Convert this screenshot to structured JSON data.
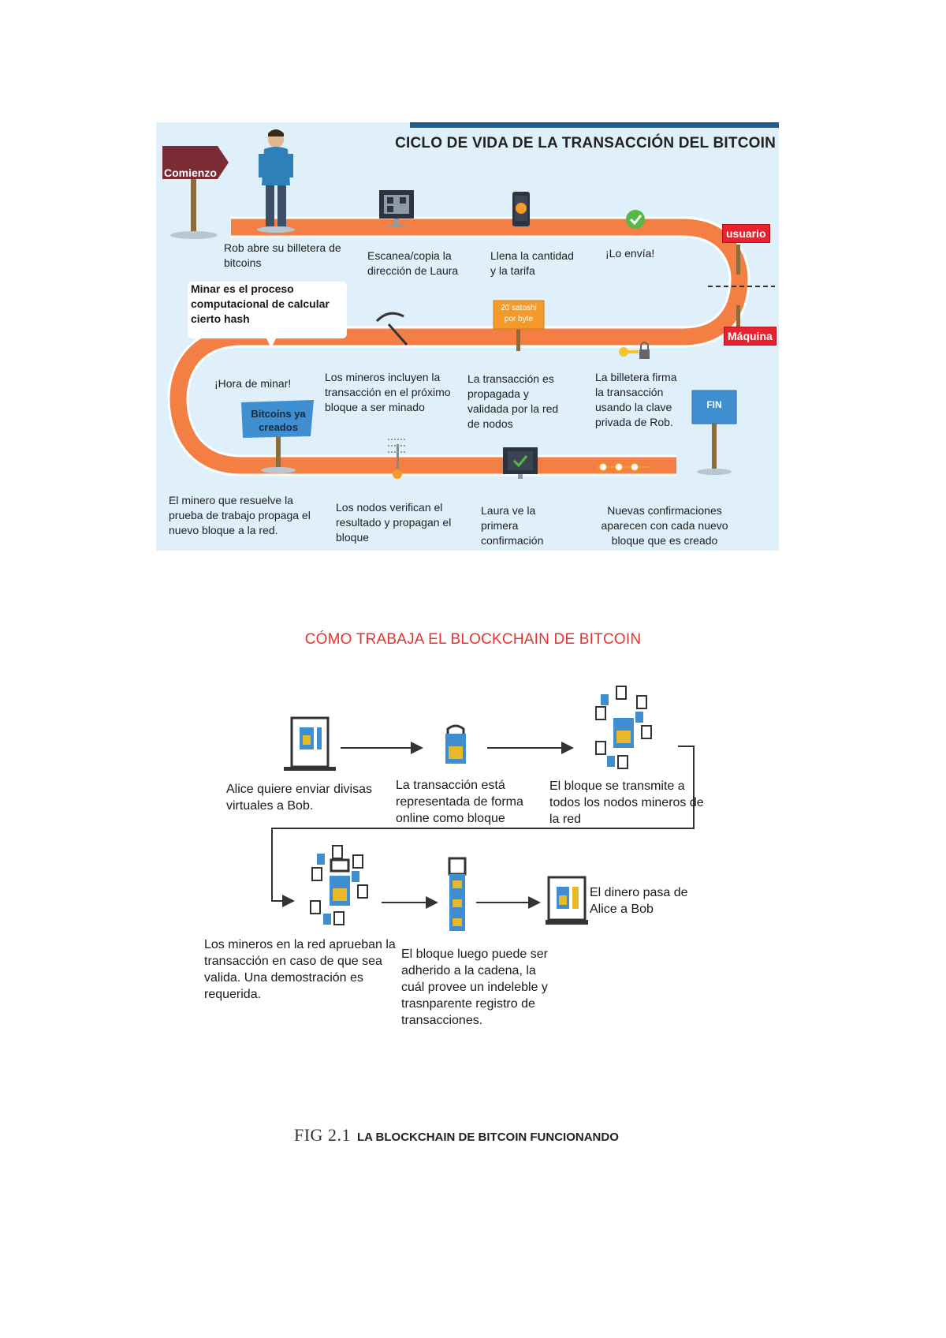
{
  "lifecycle": {
    "title": "CICLO DE VIDA DE LA TRANSACCIÓN DEL BITCOIN",
    "signs": {
      "start": "Comienzo",
      "user": "usuario",
      "machine": "Máquina",
      "end": "FIN",
      "mined": "Bitcoins ya creados",
      "fee": "20 satoshi por byte"
    },
    "steps": {
      "s1": "Rob abre su billetera de bitcoins",
      "s2": "Escanea/copia la dirección de Laura",
      "s3": "Llena la cantidad y la tarifa",
      "s4": "¡Lo envía!",
      "s5": "La billetera firma la transacción usando la clave privada de Rob.",
      "s6": "La transacción es propagada y validada por la red de nodos",
      "s7": "Los mineros incluyen la transacción en el próximo bloque a ser minado",
      "s8": "¡Hora de minar!",
      "s9": "El minero que resuelve la prueba de trabajo propaga el nuevo bloque a la red.",
      "s10": "Los nodos verifican el resultado y propagan el bloque",
      "s11": "Laura ve la primera confirmación",
      "s12": "Nuevas confirmaciones aparecen con cada nuevo bloque que es creado"
    },
    "bubble": "Minar es el proceso computacional de calcular cierto hash"
  },
  "blockchain": {
    "title": "CÓMO TRABAJA EL BLOCKCHAIN DE BITCOIN",
    "steps": {
      "alice": "Alice quiere enviar divisas virtuales a Bob.",
      "represented": "La transacción está representada de forma online como bloque",
      "broadcast": "El bloque se transmite a todos los nodos mineros de la red",
      "approve": "Los mineros en la red aprueban la transacción en caso de que sea valida. Una demostración es requerida.",
      "added": "El bloque luego puede ser adherido a la cadena, la cuál provee un indeleble y trasnparente registro de transacciones.",
      "money": "El dinero pasa de Alice a Bob"
    }
  },
  "caption": {
    "fig": "FIG 2.1",
    "text": "LA BLOCKCHAIN DE BITCOIN FUNCIONANDO"
  },
  "colors": {
    "road": "#f47f45",
    "road_edge": "#ffffff",
    "infographic_bg": "#dff0fb",
    "sign_red": "#e8222e",
    "section_title": "#e8322f",
    "device_blue": "#3f8fd0",
    "device_gold": "#e6b82a"
  }
}
